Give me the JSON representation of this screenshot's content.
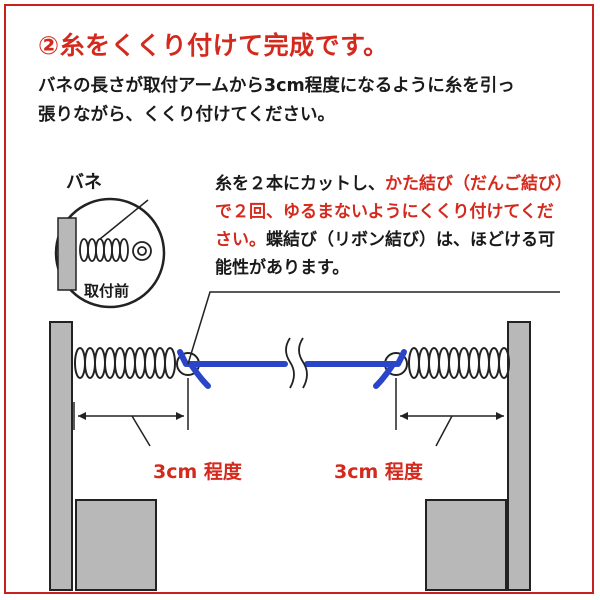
{
  "header": {
    "title": "②糸をくくり付けて完成です。"
  },
  "intro": {
    "line1": "バネの長さが取付アームから3cm程度になるように糸を引っ",
    "line2": "張りながら、くくり付けてください。"
  },
  "note": {
    "part1": "糸を２本にカットし、",
    "part2_red": "かた結び（だんご結び）で２回、ゆるまないようにくくり付けてください。",
    "part3": "蝶結び（リボン結び）は、ほどける可能性があります。"
  },
  "inset": {
    "spring_label": "バネ",
    "before_label": "取付前"
  },
  "measurements": {
    "left_label": "3cm 程度",
    "right_label": "3cm 程度"
  },
  "colors": {
    "accent": "#d42a1e",
    "string": "#2a45c8",
    "arm_fill": "#b8b8b8"
  }
}
